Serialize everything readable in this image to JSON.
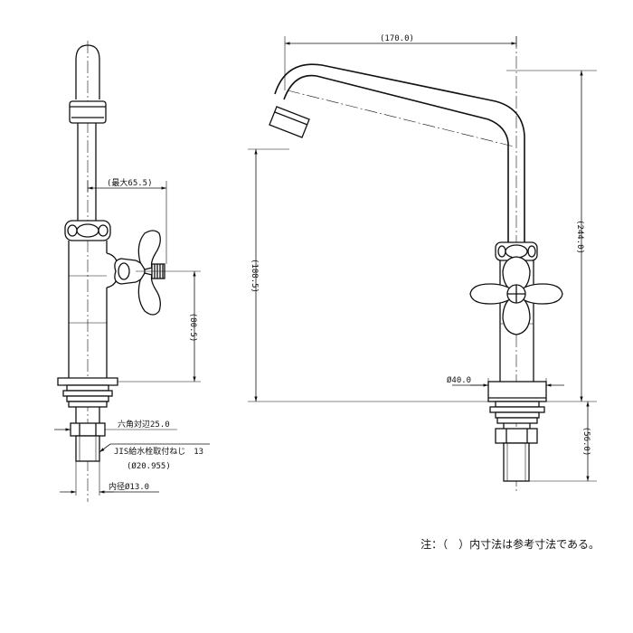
{
  "dimensions": {
    "spout_reach": "(170.0)",
    "total_height": "(244.0)",
    "spout_height": "(188.5)",
    "handle_reach": "(最大65.5)",
    "handle_height": "(80.5)",
    "base_diameter": "Ø40.0",
    "thread_length": "(56.0)",
    "hex_across_flats": "六角対辺25.0",
    "thread_spec": "JIS給水栓取付ねじ　13",
    "thread_diameter": "(Ø20.955)",
    "inner_diameter": "内径Ø13.0"
  },
  "note": "注：（　）内寸法は参考寸法である。"
}
